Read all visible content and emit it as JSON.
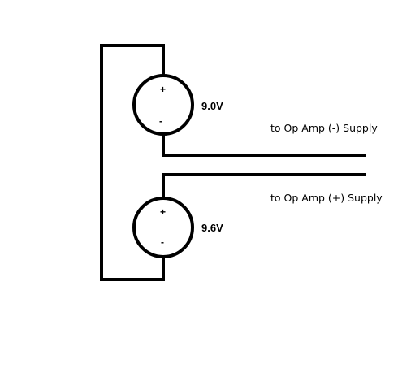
{
  "circuit": {
    "top_source": {
      "plus": "+",
      "minus": "-",
      "voltage": "9.0V"
    },
    "bottom_source": {
      "plus": "+",
      "minus": "-",
      "voltage": "9.6V"
    },
    "outputs": {
      "negative_supply_label": "to Op Amp (-) Supply",
      "positive_supply_label": "to Op Amp (+) Supply"
    }
  }
}
